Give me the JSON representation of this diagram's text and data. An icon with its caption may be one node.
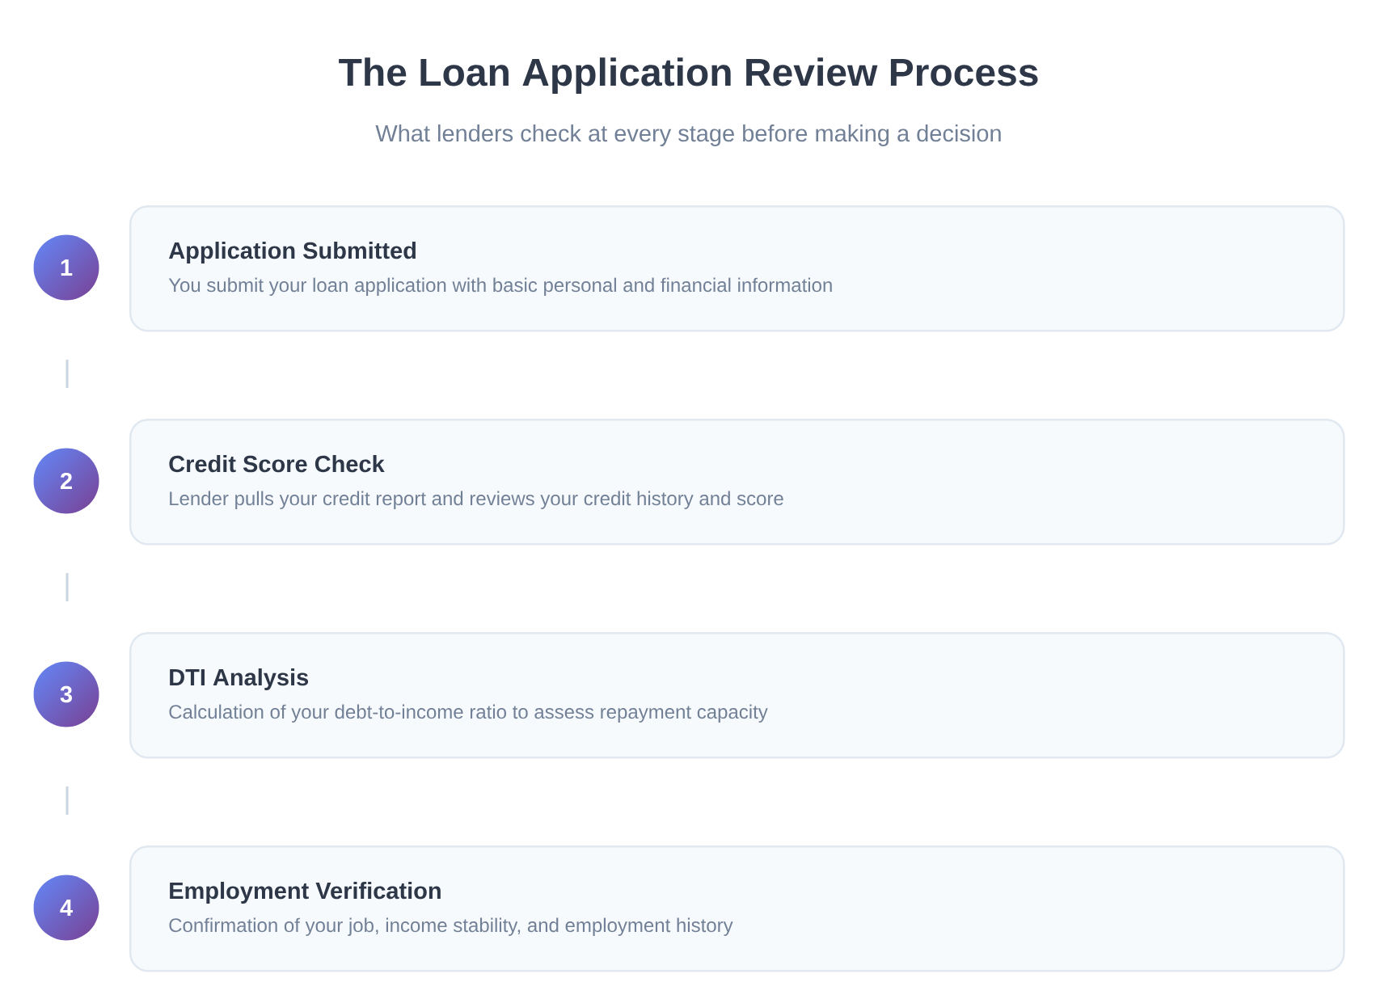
{
  "diagram": {
    "title": "The Loan Application Review Process",
    "nodes": [
      {
        "text": [
          "1"
        ]
      },
      {
        "text": [
          "Application Submitted",
          "You submit your loan application with basic personal and financial information"
        ]
      },
      {
        "text": [
          "2"
        ]
      },
      {
        "text": [
          "Credit Score Check",
          "Lender pulls your credit report and reviews your credit history and score"
        ]
      },
      {
        "text": [
          "3"
        ]
      },
      {
        "text": [
          "DTI Analysis",
          "Calculation of your debt-to-income ratio to assess repayment capacity"
        ]
      },
      {
        "text": [
          "4"
        ]
      },
      {
        "text": [
          "Employment Verification",
          "Confirmation of your job, income stability, and employment history"
        ]
      }
    ],
    "labels": [
      "What lenders check at every stage before making a decision"
    ]
  }
}
